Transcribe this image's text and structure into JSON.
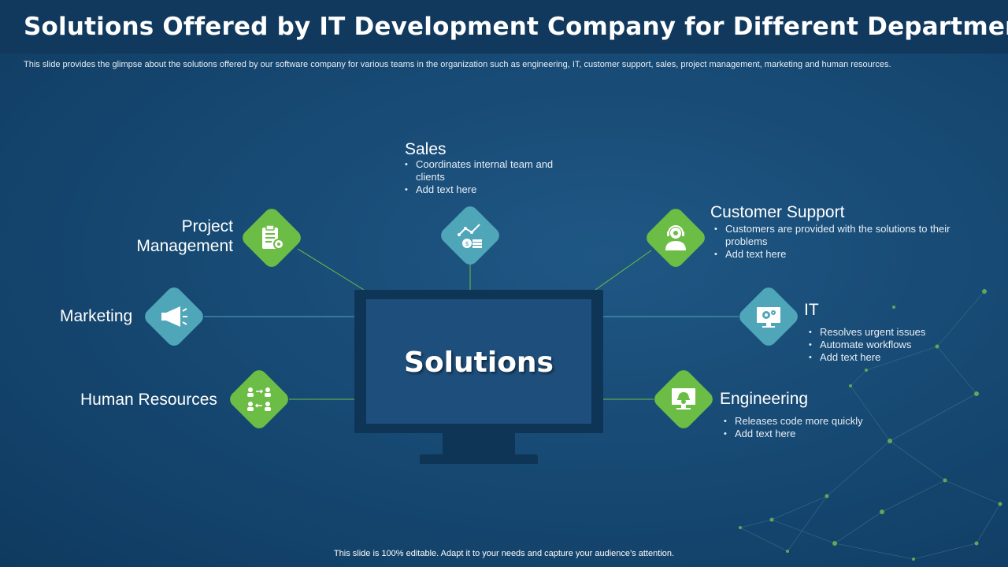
{
  "header": {
    "title": "Solutions Offered by IT Development Company for Different Departments",
    "subtitle": "This slide provides the glimpse about the solutions offered by our software company for various teams in the organization such as engineering, IT, customer support, sales, project management, marketing and human resources."
  },
  "center": {
    "label": "Solutions"
  },
  "departments": {
    "sales": {
      "title": "Sales",
      "bullets": [
        "Coordinates internal team and",
        "clients",
        "Add text here"
      ],
      "icon": "chart-coins-icon"
    },
    "project_management": {
      "title_line1": "Project",
      "title_line2": "Management",
      "icon": "clipboard-gear-icon"
    },
    "marketing": {
      "title": "Marketing",
      "icon": "megaphone-icon"
    },
    "human_resources": {
      "title": "Human Resources",
      "icon": "people-exchange-icon"
    },
    "customer_support": {
      "title": "Customer Support",
      "bullets": [
        "Customers are provided with the solutions to their",
        "problems",
        "Add text here"
      ],
      "icon": "headset-agent-icon"
    },
    "it": {
      "title": "IT",
      "bullets": [
        "Resolves urgent issues",
        "Automate workflows",
        "Add text here"
      ],
      "icon": "monitor-gear-icon"
    },
    "engineering": {
      "title": "Engineering",
      "bullets": [
        "Releases code more quickly",
        "Add text here"
      ],
      "icon": "engineer-computer-icon"
    }
  },
  "colors": {
    "green": "#6cbd45",
    "teal": "#4fa6b8",
    "background": "#174a74",
    "monitor": "#0e3556"
  },
  "footer": {
    "text": "This slide is 100% editable. Adapt it to your needs and capture your audience’s attention."
  }
}
